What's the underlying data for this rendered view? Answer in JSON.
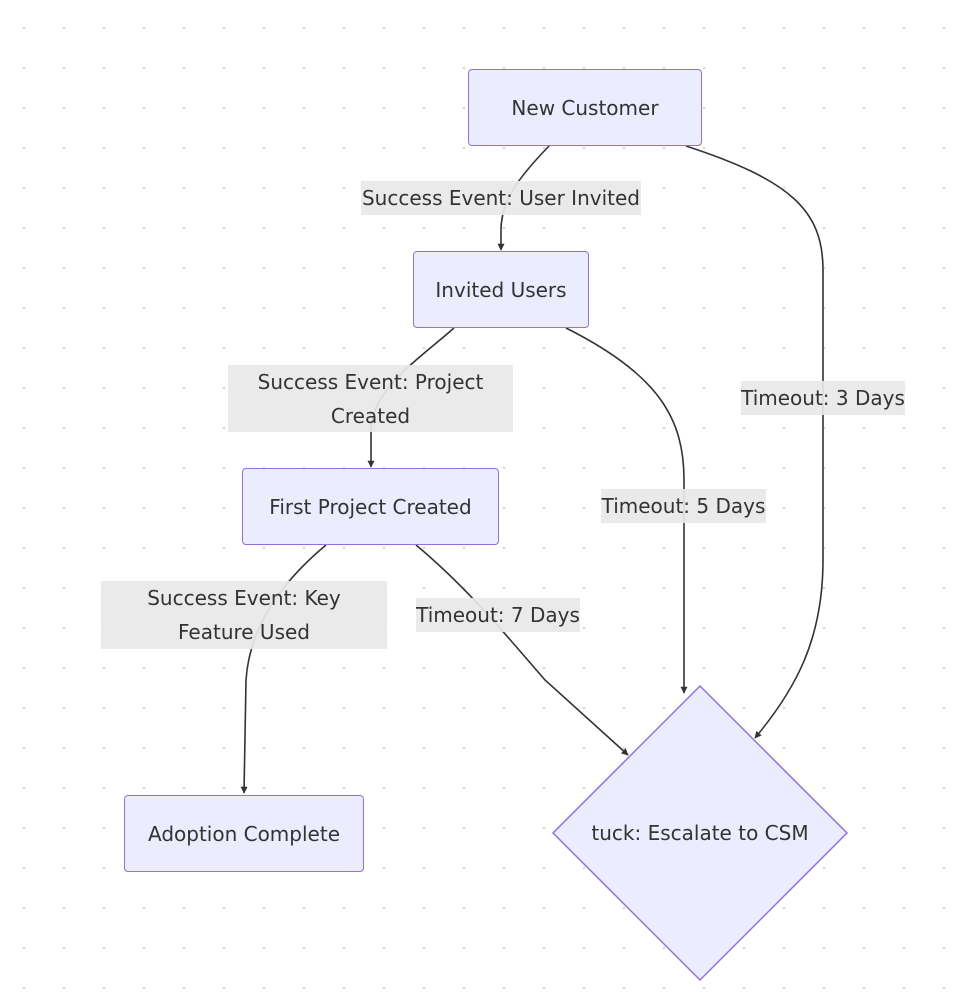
{
  "nodes": {
    "new_customer": "New Customer",
    "invited_users": "Invited Users",
    "first_project": "First Project Created",
    "adoption_complete": "Adoption Complete",
    "escalate": "tuck: Escalate to CSM"
  },
  "edge_labels": {
    "user_invited": "Success Event: User Invited",
    "project_created": "Success Event: Project Created",
    "key_feature": "Success Event: Key Feature Used",
    "timeout_3": "Timeout: 3 Days",
    "timeout_5": "Timeout: 5 Days",
    "timeout_7": "Timeout: 7 Days"
  },
  "colors": {
    "node_fill": "#ececff",
    "node_border": "#9370db",
    "edge": "#333333",
    "label_bg": "#e8e8e8"
  }
}
